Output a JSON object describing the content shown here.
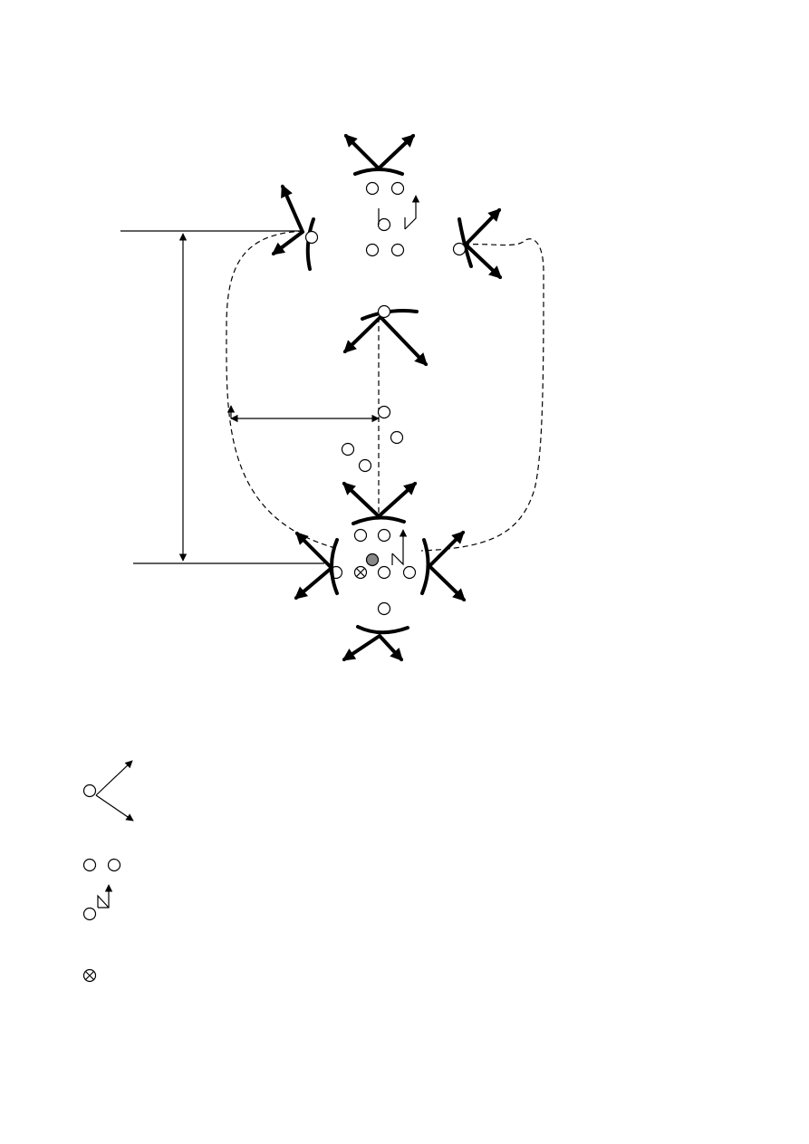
{
  "diagram": {
    "colors": {
      "line": "#000000",
      "background": "#ffffff",
      "ball_carrier_fill": "#888888"
    },
    "icons": {
      "fan_arrow_symbol": "circle-with-two-diverging-arrows",
      "player_symbol": "open-circle",
      "zigzag_run_symbol": "circle-with-zigzag-arrow",
      "crossed_player_symbol": "circle-with-x",
      "ball_carrier_symbol": "filled-grey-circle",
      "dimension_arrow_symbol": "double-headed-arrow"
    },
    "legend": {
      "items": [
        {
          "symbol": "fan-arrow"
        },
        {
          "symbol": "player-pair"
        },
        {
          "symbol": "zigzag-run"
        },
        {
          "symbol": "crossed-player"
        }
      ]
    }
  }
}
